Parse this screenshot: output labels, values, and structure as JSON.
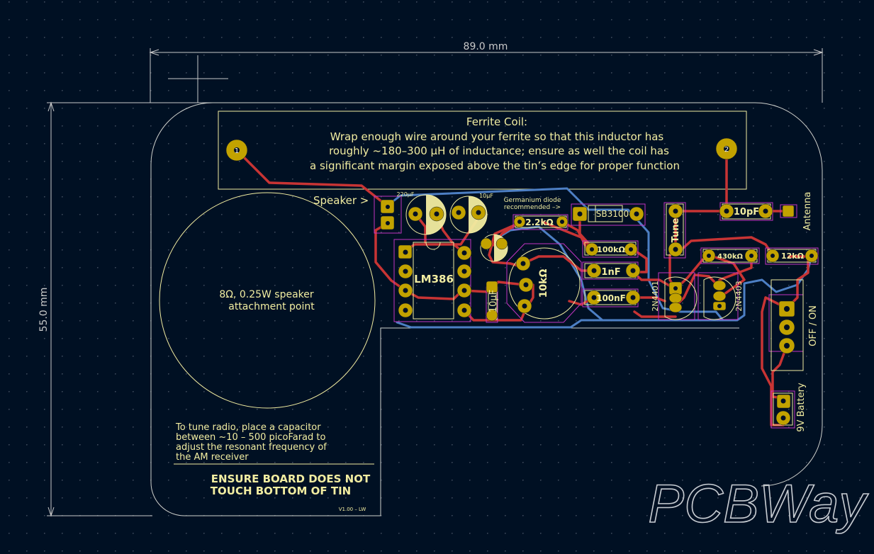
{
  "dimensions": {
    "width_label": "89.0 mm",
    "height_label": "55.0 mm"
  },
  "notes": {
    "ferrite_title": "Ferrite Coil:",
    "ferrite_line1": "Wrap enough wire around your ferrite so that this inductor has",
    "ferrite_line2": "roughly ~180–300 µH of inductance; ensure as well the coil has",
    "ferrite_line3": "a significant margin exposed above the tin’s edge for proper function",
    "speaker_label": "Speaker >",
    "speaker_circle_line1": "8Ω, 0.25W speaker",
    "speaker_circle_line2": "attachment point",
    "tune_line1": "To tune radio, place a capacitor",
    "tune_line2": "between ~10 – 500 picoFarad to",
    "tune_line3": "adjust the resonant frequency of",
    "tune_line4": "the AM receiver",
    "warning_line1": "ENSURE BOARD DOES NOT",
    "warning_line2": "TOUCH BOTTOM OF TIN",
    "version": "V1.00  – LW",
    "germanium_line1": "Germanium diode",
    "germanium_line2": "recommended –>"
  },
  "components": {
    "cap_220uF": "220µF",
    "cap_10uF_top": "10µF",
    "cap_10uF_side": "10µF",
    "res_2k2": "2.2kΩ",
    "diode": "SB3100",
    "ic": "LM386",
    "pot": "10kΩ",
    "res_100k": "100kΩ",
    "cap_1nF": "1nF",
    "cap_100nF": "100nF",
    "tune": "Tune",
    "cap_10pF": "10pF",
    "antenna": "Antenna",
    "res_430k": "430kΩ",
    "res_12k": "12kΩ",
    "transistor_1": "2N4401",
    "transistor_2": "2N4403",
    "switch": "OFF / ON",
    "battery": "9V Battery",
    "pad_1": "1",
    "pad_2": "2"
  },
  "watermark": "PCBWay",
  "colors": {
    "background": "#001023",
    "edge_cuts": "#d0d2cd",
    "silkscreen": "#f2eda1",
    "copper_front": "#c83434",
    "copper_back": "#4d7fc4",
    "pad": "#c2a200",
    "courtyard": "#c235c2"
  }
}
